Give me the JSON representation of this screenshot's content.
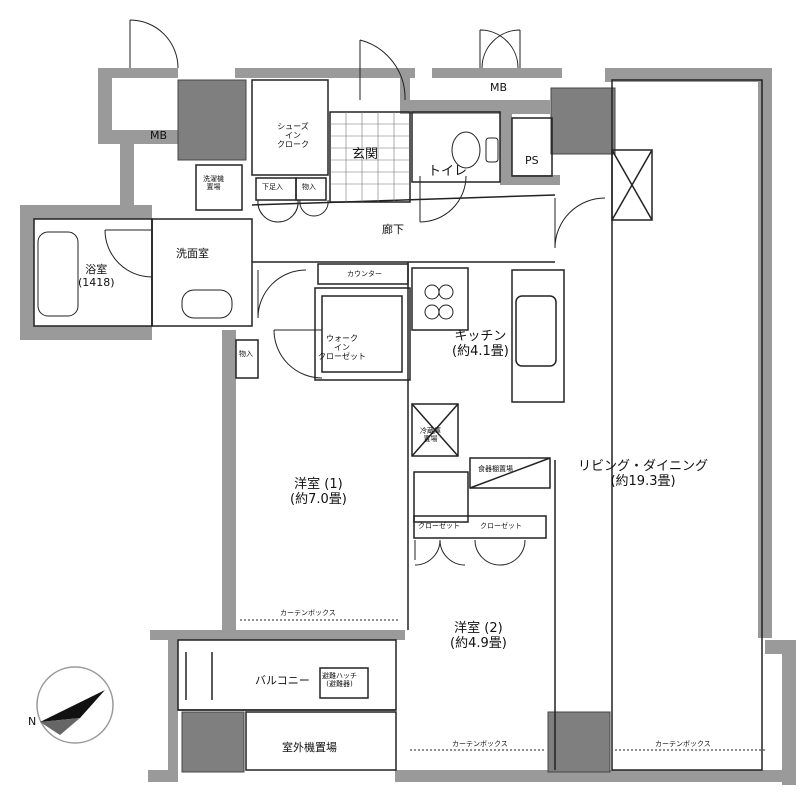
{
  "rooms": {
    "mb_left": "MB",
    "mb_top": "MB",
    "ps": "PS",
    "shoes_closet": "シューズ\nイン\nクローク",
    "entrance": "玄関",
    "toilet": "トイレ",
    "laundry_area": "洗濯機\n置場",
    "shoe_storage": "下足入",
    "storage_hall": "物入",
    "corridor": "廊下",
    "bath": "浴室\n(1418)",
    "washroom": "洗面室",
    "counter": "カウンター",
    "walk_in_closet": "ウォーク\nイン\nクローゼット",
    "storage_bedroom": "物入",
    "kitchen": "キッチン\n(約4.1畳)",
    "fridge_area": "冷蔵庫\n置場",
    "pantry": "食器棚置場",
    "living_dining": "リビング・ダイニング\n(約19.3畳)",
    "bedroom1": "洋室 (1)\n(約7.0畳)",
    "bedroom2": "洋室 (2)\n(約4.9畳)",
    "closet_a": "クローゼット",
    "closet_b": "クローゼット",
    "balcony": "バルコニー",
    "escape_hatch": "避難ハッチ\n(避難器)",
    "ac_unit_area": "室外機置場",
    "curtain_box_1": "カーテンボックス",
    "curtain_box_2": "カーテンボックス",
    "curtain_box_3": "カーテンボックス"
  },
  "compass": {
    "north_label": "N"
  },
  "colors": {
    "wall": "#9a9a9a",
    "pillar": "#7f7f7f",
    "line": "#222222",
    "tile": "#f4f4f4"
  }
}
